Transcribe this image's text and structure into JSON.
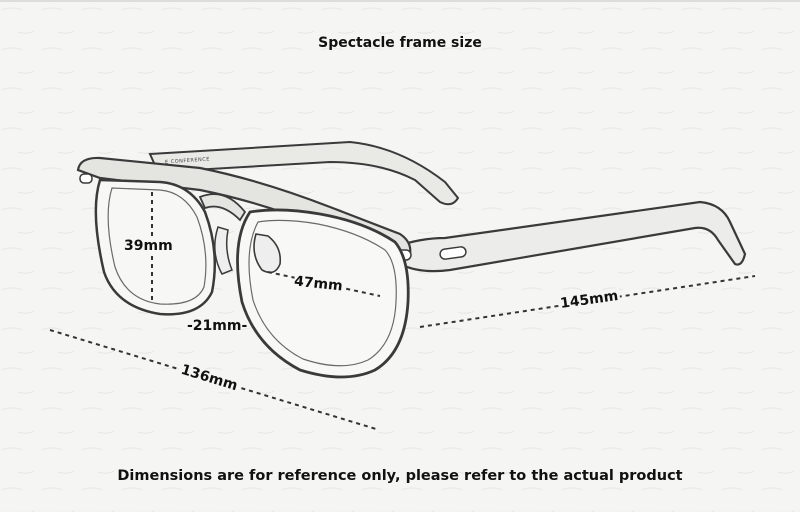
{
  "title": "Spectacle frame size",
  "note": "Dimensions are for reference only, please refer to the actual product",
  "temple_imprint": "E CONFERENCE",
  "dimensions": {
    "lens_height": "39mm",
    "lens_width": "47mm",
    "bridge": "-21mm-",
    "temple_length": "145mm",
    "frame_width": "136mm"
  },
  "colors": {
    "ink": "#111111",
    "paper": "#f5f5f3",
    "sketch": "#3a3a3a"
  }
}
